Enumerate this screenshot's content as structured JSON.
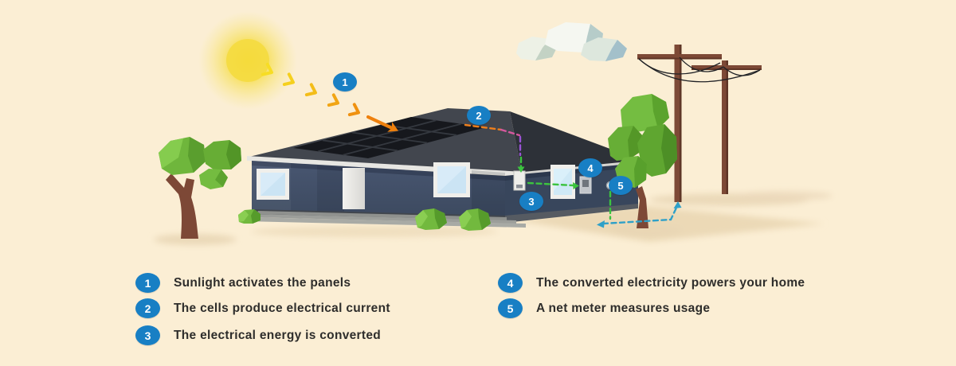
{
  "colors": {
    "background": "#fbeed4",
    "badge_blue": "#187fc4",
    "sun_yellow": "#f5d93a",
    "sunbeam_orange": "#ee800d",
    "flow_dc_orange": "#ee7f1c",
    "flow_transition_purple": "#9a53d6",
    "flow_ac_green": "#3cc33f",
    "flow_grid_teal": "#2fa0c8",
    "text_dark": "#2e2d2b"
  },
  "diagram": {
    "step_markers": [
      {
        "num": "1"
      },
      {
        "num": "2"
      },
      {
        "num": "3"
      },
      {
        "num": "4"
      },
      {
        "num": "5"
      }
    ]
  },
  "legend": {
    "items": [
      {
        "num": "1",
        "text": "Sunlight activates the panels"
      },
      {
        "num": "2",
        "text": "The cells produce electrical current"
      },
      {
        "num": "3",
        "text": "The electrical energy is converted"
      },
      {
        "num": "4",
        "text": "The converted electricity powers your home"
      },
      {
        "num": "5",
        "text": "A net meter measures usage"
      }
    ]
  }
}
